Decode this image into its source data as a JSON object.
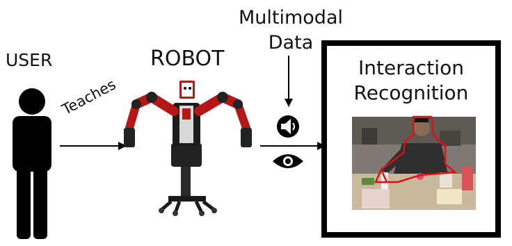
{
  "labels": {
    "multimodal_line1": "Multimodal",
    "multimodal_line2": "Data",
    "user": "USER",
    "robot": "ROBOT",
    "teaches": "Teaches",
    "panel_line1": "Interaction",
    "panel_line2": "Recognition"
  },
  "icons": {
    "audio": "speaker-icon",
    "vision": "eye-icon",
    "user": "person-icon",
    "robot": "robot-icon"
  },
  "colors": {
    "robot_arm": "#b51616",
    "robot_body": "#1c1c1c",
    "segmentation_outline": "#e01010"
  }
}
